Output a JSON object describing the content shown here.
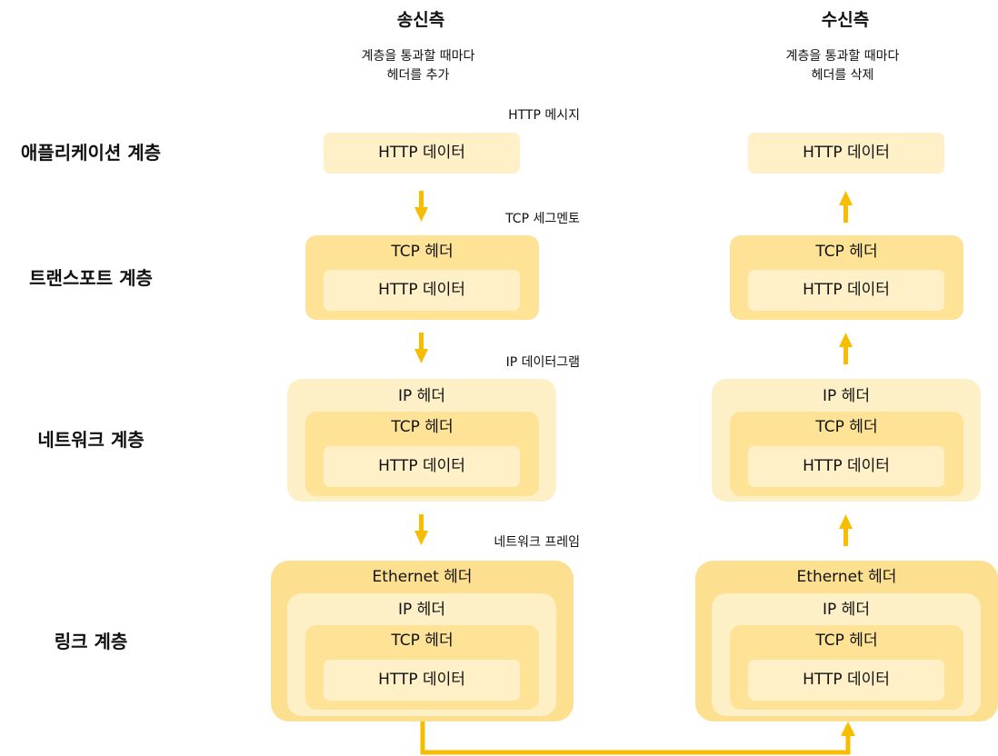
{
  "sender": {
    "title": "송신측",
    "desc_line1": "계층을 통과할 때마다",
    "desc_line2": "헤더를 추가"
  },
  "receiver": {
    "title": "수신측",
    "desc_line1": "계층을 통과할 때마다",
    "desc_line2": "헤더를 삭제"
  },
  "layers": {
    "application": "애플리케이션 계층",
    "transport": "트랜스포트 계층",
    "network": "네트워크 계층",
    "link": "링크 계층"
  },
  "units": {
    "http_message": "HTTP 메시지",
    "tcp_segment": "TCP 세그멘토",
    "ip_datagram": "IP 데이터그램",
    "network_frame": "네트워크 프레임"
  },
  "blocks": {
    "http_data": "HTTP 데이터",
    "tcp_header": "TCP 헤더",
    "ip_header": "IP 헤더",
    "ethernet_header": "Ethernet 헤더"
  },
  "colors": {
    "arrow": "#f7bd00",
    "http_data_bg": "#fff0c8",
    "tcp_bg": "#fee396",
    "ip_bg": "#fdf0c6",
    "ethernet_bg": "#fde08f"
  }
}
